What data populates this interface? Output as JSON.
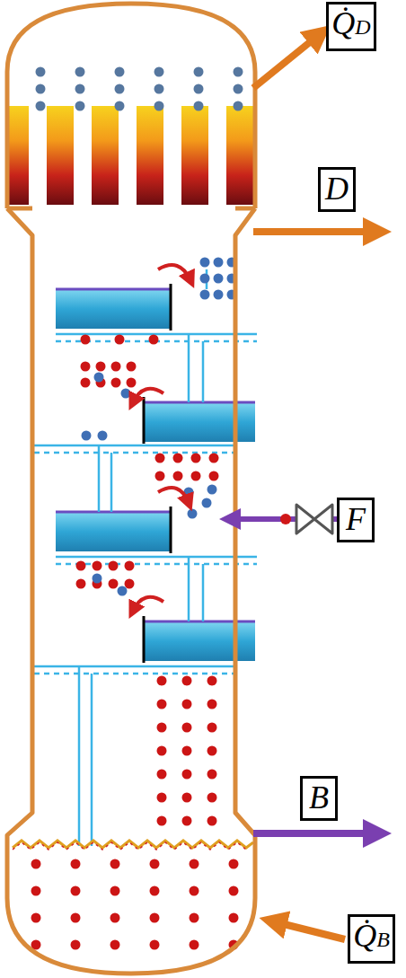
{
  "diagram": {
    "nodes": [
      {
        "text": [
          "Q̇",
          "D"
        ]
      },
      {
        "text": [
          "D"
        ]
      },
      {
        "text": [
          "F"
        ]
      },
      {
        "text": [
          "B"
        ]
      },
      {
        "text": [
          "Q̇",
          "B"
        ]
      }
    ]
  }
}
